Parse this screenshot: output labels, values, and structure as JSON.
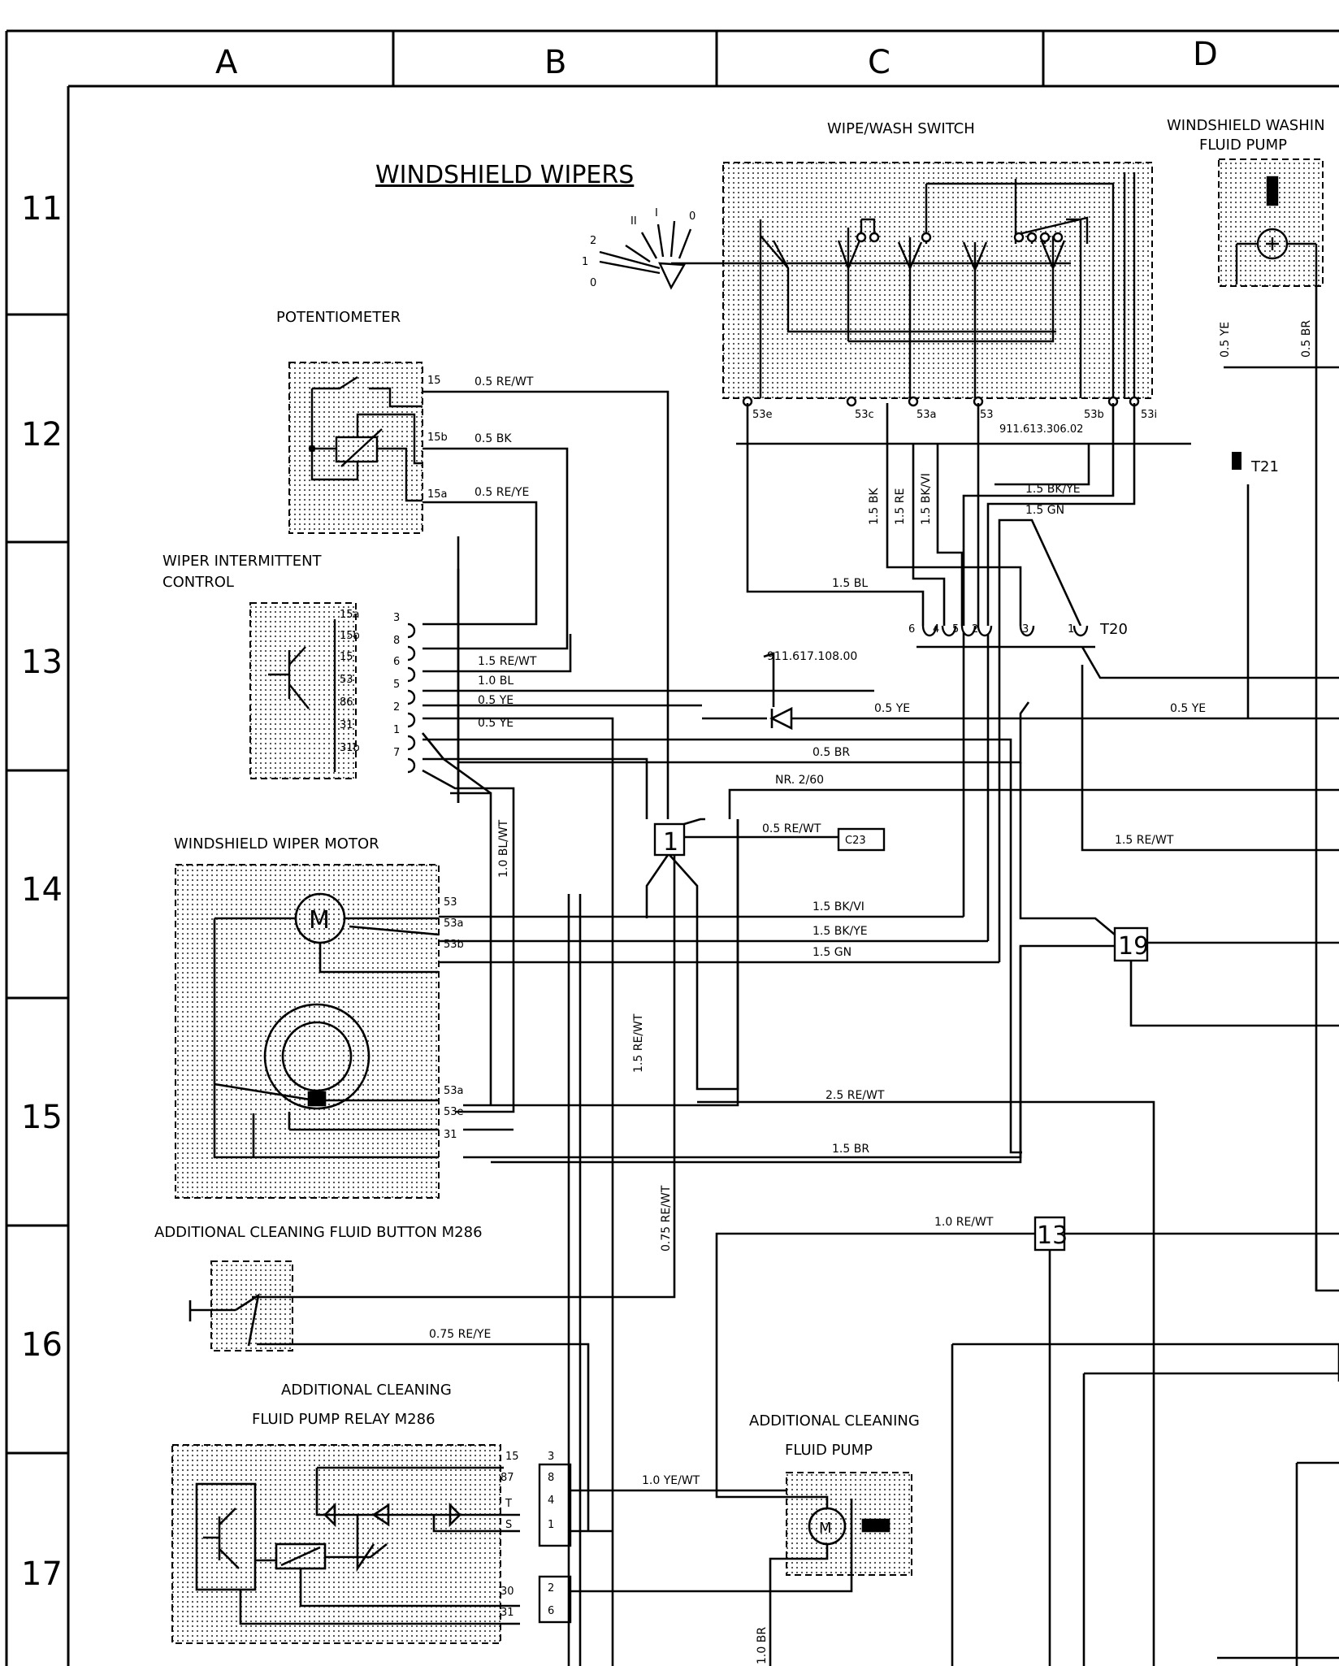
{
  "grid": {
    "columns": [
      "A",
      "B",
      "C",
      "D"
    ],
    "rows": [
      "11",
      "12",
      "13",
      "14",
      "15",
      "16",
      "17"
    ]
  },
  "title": "WINDSHIELD WIPERS",
  "components": {
    "wipe_wash_switch": {
      "label": "WIPE/WASH SWITCH",
      "positions": [
        "2",
        "1",
        "0",
        "II",
        "I",
        "0"
      ],
      "pins": [
        "53e",
        "53c",
        "53a",
        "53",
        "53b",
        "53i"
      ],
      "part_number": "911.613.306.02"
    },
    "washer_pump": {
      "label_line1": "WINDSHIELD WASHIN",
      "label_line2": "FLUID PUMP",
      "connector": "T21"
    },
    "potentiometer": {
      "label": "POTENTIOMETER",
      "pins": [
        "15",
        "15b",
        "15a"
      ]
    },
    "intermittent_control": {
      "label_line1": "WIPER INTERMITTENT",
      "label_line2": "CONTROL",
      "pins": [
        "15a",
        "15b",
        "15",
        "53",
        "86",
        "31",
        "31b"
      ],
      "pin_numbers": [
        "3",
        "8",
        "6",
        "5",
        "2",
        "1",
        "7"
      ]
    },
    "t20": {
      "label": "T20",
      "pins": [
        "6",
        "4",
        "5",
        "2",
        "3",
        "1"
      ]
    },
    "diode": {
      "part_number": "911.617.108.00"
    },
    "wiper_motor": {
      "label": "WINDSHIELD WIPER MOTOR",
      "motor_symbol": "M",
      "pins": [
        "53",
        "53a",
        "53b",
        "53a",
        "53e",
        "31"
      ]
    },
    "button": {
      "label": "ADDITIONAL CLEANING FLUID BUTTON M286"
    },
    "relay": {
      "label_line1": "ADDITIONAL CLEANING",
      "label_line2": "FLUID PUMP RELAY M286",
      "pins": [
        "15",
        "87",
        "T",
        "S",
        "30",
        "31"
      ],
      "pin_numbers": [
        "3",
        "8",
        "4",
        "1",
        "2",
        "6"
      ]
    },
    "extra_pump": {
      "label_line1": "ADDITIONAL CLEANING",
      "label_line2": "FLUID PUMP",
      "motor_symbol": "M"
    },
    "connectors": {
      "box1": "1",
      "box19": "19",
      "box13": "13",
      "c23": "C23"
    }
  },
  "wires": {
    "pot_15": "0.5 RE/WT",
    "pot_15b": "0.5 BK",
    "pot_15a": "0.5 RE/YE",
    "pump_ye": "0.5 YE",
    "pump_br": "0.5 BR",
    "sw_bk": "1.5 BK",
    "sw_re": "1.5 RE",
    "sw_bkvi": "1.5 BK/VI",
    "sw_bkye": "1.5 BK/YE",
    "sw_gn": "1.5 GN",
    "bl15": "1.5 BL",
    "ic_rewt": "1.5 RE/WT",
    "ic_bl": "1.0 BL",
    "ic_ye": "0.5 YE",
    "ic_ye2": "0.5 YE",
    "diode_ye": "0.5 YE",
    "right_ye": "0.5 YE",
    "br_mid": "0.5 BR",
    "nr": "NR. 2/60",
    "c23_wire": "0.5 RE/WT",
    "right_rewt": "1.5 RE/WT",
    "motor_bkvi": "1.5 BK/VI",
    "motor_bkye": "1.5 BK/YE",
    "motor_gn": "1.5 GN",
    "vert_blwt": "1.0 BL/WT",
    "vert_rewt15": "1.5 RE/WT",
    "rewt25": "2.5 RE/WT",
    "br15": "1.5 BR",
    "vert_rewt075": "0.75 RE/WT",
    "rewt10": "1.0 RE/WT",
    "reye075": "0.75 RE/YE",
    "yewt": "1.0 YE/WT",
    "br10": "1.0 BR"
  }
}
